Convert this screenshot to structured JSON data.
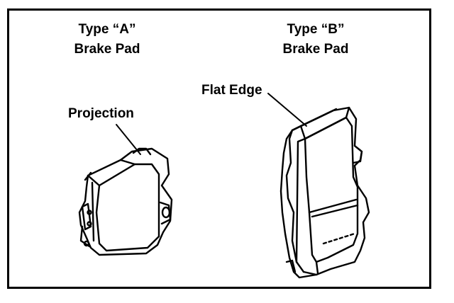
{
  "type_a": {
    "line1": "Type “A”",
    "line2": "Brake Pad"
  },
  "type_b": {
    "line1": "Type “B”",
    "line2": "Brake Pad"
  },
  "callouts": {
    "projection": "Projection",
    "flat_edge": "Flat Edge"
  }
}
